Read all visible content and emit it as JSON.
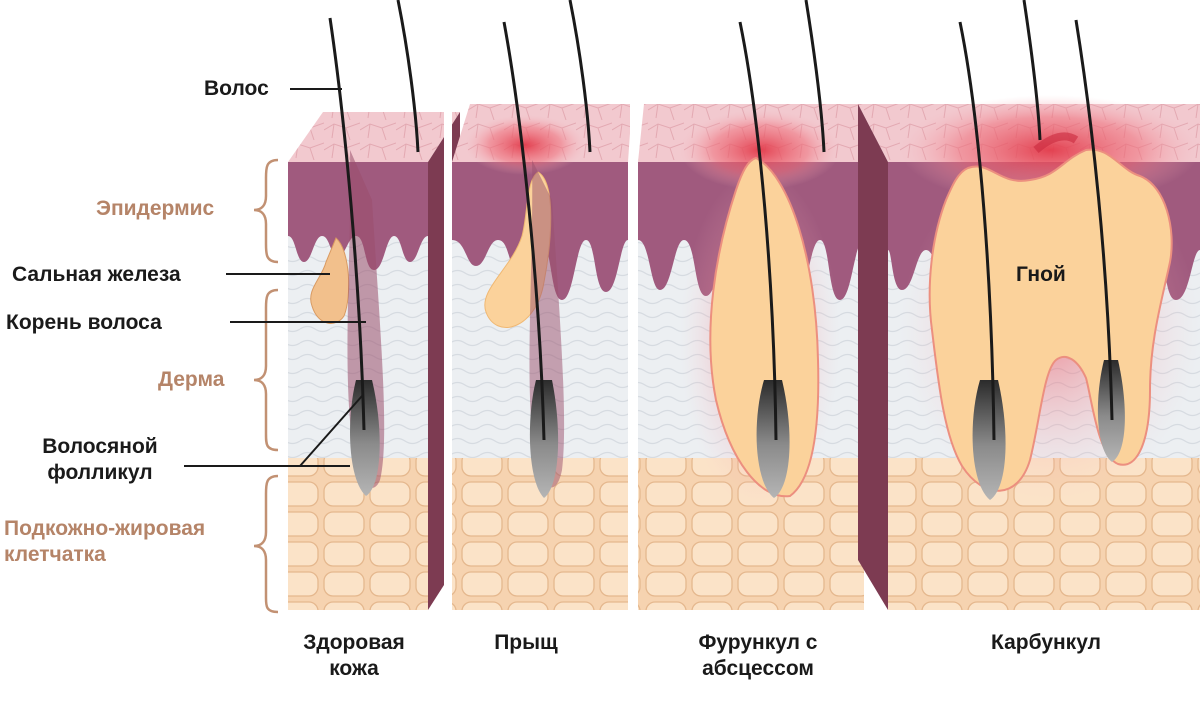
{
  "labels": {
    "hair": "Волос",
    "epidermis": "Эпидермис",
    "sebaceous_gland": "Сальная железа",
    "hair_root": "Корень волоса",
    "dermis": "Дерма",
    "hair_follicle_line1": "Волосяной",
    "hair_follicle_line2": "фолликул",
    "subcutaneous_line1": "Подкожно-жировая",
    "subcutaneous_line2": "клетчатка",
    "pus": "Гной"
  },
  "panels": [
    {
      "line1": "Здоровая",
      "line2": "кожа"
    },
    {
      "line1": "Прыщ",
      "line2": ""
    },
    {
      "line1": "Фурункул с",
      "line2": "абсцессом"
    },
    {
      "line1": "Карбункул",
      "line2": ""
    }
  ],
  "colors": {
    "epidermis_top": "#f2c9cf",
    "epidermis": "#a05a7e",
    "dermis": "#eceff2",
    "fat": "#f6d3b0",
    "pus": "#fbd29b",
    "inflammation": "#e23a4a",
    "label_brown": "#b58468"
  }
}
